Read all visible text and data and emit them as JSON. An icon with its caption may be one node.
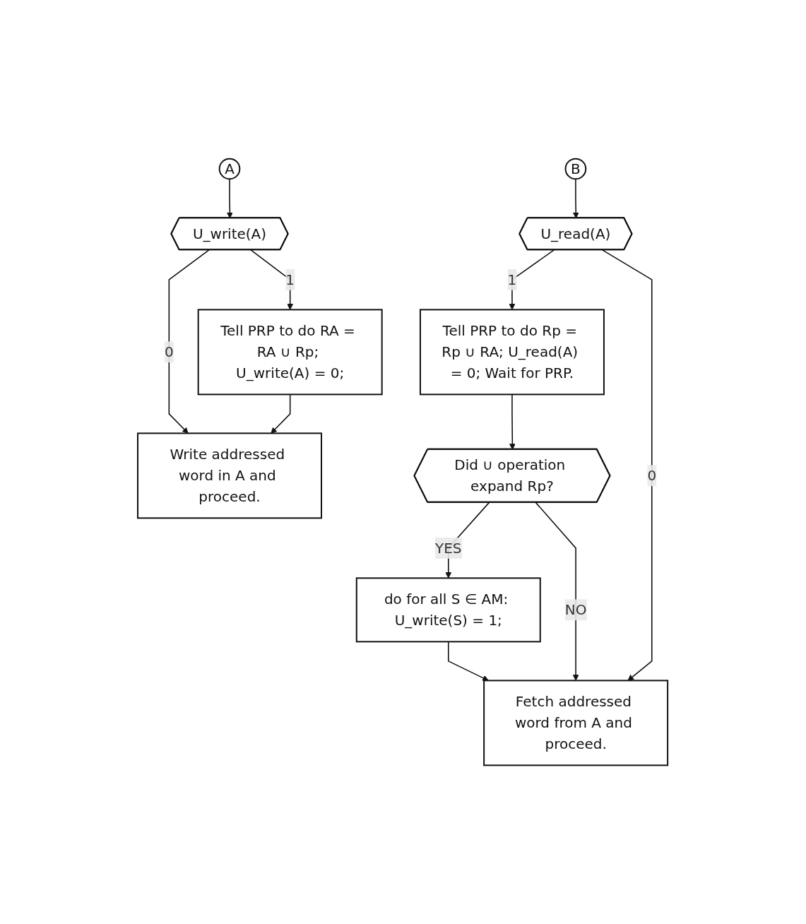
{
  "diagram": {
    "nodes": [
      {
        "text": [
          "A"
        ]
      },
      {
        "text": [
          "B"
        ]
      },
      {
        "text": [
          "U_write(A)"
        ]
      },
      {
        "text": [
          "Tell PRP to do RA = RA ∪ Rp; U_write(A) = 0;"
        ]
      },
      {
        "text": [
          "U_read(A)"
        ]
      },
      {
        "text": [
          "Tell PRP to do Rp = Rp ∪ RA; U_read(A) = 0; Wait for PRP."
        ]
      },
      {
        "text": [
          "Did ∪ operation expand Rp?"
        ]
      },
      {
        "text": [
          "do for all S ∈ AM: U_write(S) = 1;"
        ]
      },
      {
        "text": [
          "Fetch addressed word from A and proceed."
        ]
      },
      {
        "text": [
          "Write addressed word in A and proceed."
        ]
      }
    ],
    "edges": [
      {
        "from": 0,
        "to": 2,
        "arrow": "to"
      },
      {
        "from": 2,
        "to": 9,
        "arrow": "to",
        "label": "0"
      },
      {
        "from": 2,
        "to": 3,
        "arrow": "to",
        "label": "1"
      },
      {
        "from": 3,
        "to": 9,
        "arrow": "to"
      },
      {
        "from": 1,
        "to": 4,
        "arrow": "to"
      },
      {
        "from": 4,
        "to": 5,
        "arrow": "to",
        "label": "1"
      },
      {
        "from": 4,
        "to": 8,
        "arrow": "to",
        "label": "0"
      },
      {
        "from": 5,
        "to": 6,
        "arrow": "to"
      },
      {
        "from": 6,
        "to": 7,
        "arrow": "to",
        "label": "YES"
      },
      {
        "from": 6,
        "to": 8,
        "arrow": "to",
        "label": "NO"
      },
      {
        "from": 7,
        "to": 8,
        "arrow": "to"
      }
    ]
  }
}
